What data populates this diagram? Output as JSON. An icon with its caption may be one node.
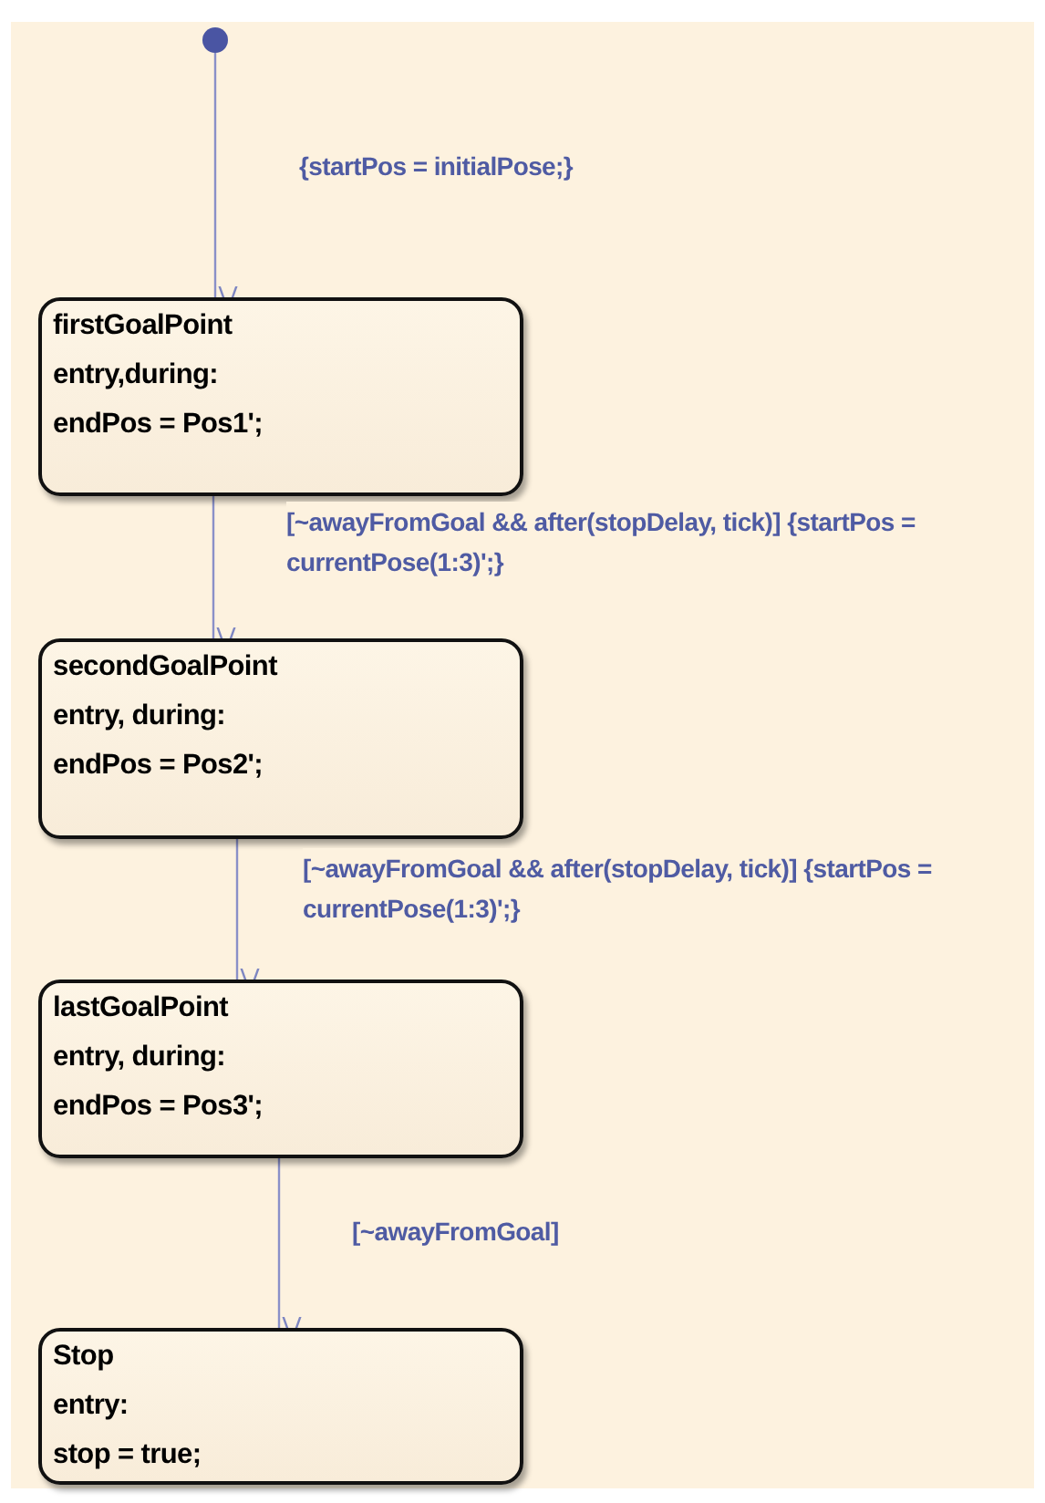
{
  "diagram": {
    "nodes": [
      {
        "text": [],
        "shape": "circle"
      },
      {
        "text": [
          "firstGoalPoint",
          "entry,during:",
          "endPos = Pos1';"
        ]
      },
      {
        "text": [
          "secondGoalPoint",
          "entry, during:",
          "endPos = Pos2';"
        ]
      },
      {
        "text": [
          "lastGoalPoint",
          "entry, during:",
          "endPos = Pos3';"
        ]
      },
      {
        "text": [
          "Stop",
          "entry:",
          "stop = true;"
        ]
      }
    ],
    "edges": [
      {
        "from": 0,
        "to": 1,
        "arrow": "to",
        "label": "{startPos = initialPose;}"
      },
      {
        "from": 1,
        "to": 2,
        "arrow": "to",
        "label": "[~awayFromGoal && after(stopDelay, tick)] {startPos = currentPose(1:3)';}"
      },
      {
        "from": 2,
        "to": 3,
        "arrow": "to",
        "label": "[~awayFromGoal && after(stopDelay, tick)] {startPos = currentPose(1:3)';}"
      },
      {
        "from": 3,
        "to": 4,
        "arrow": "to",
        "label": "[~awayFromGoal]"
      }
    ]
  }
}
